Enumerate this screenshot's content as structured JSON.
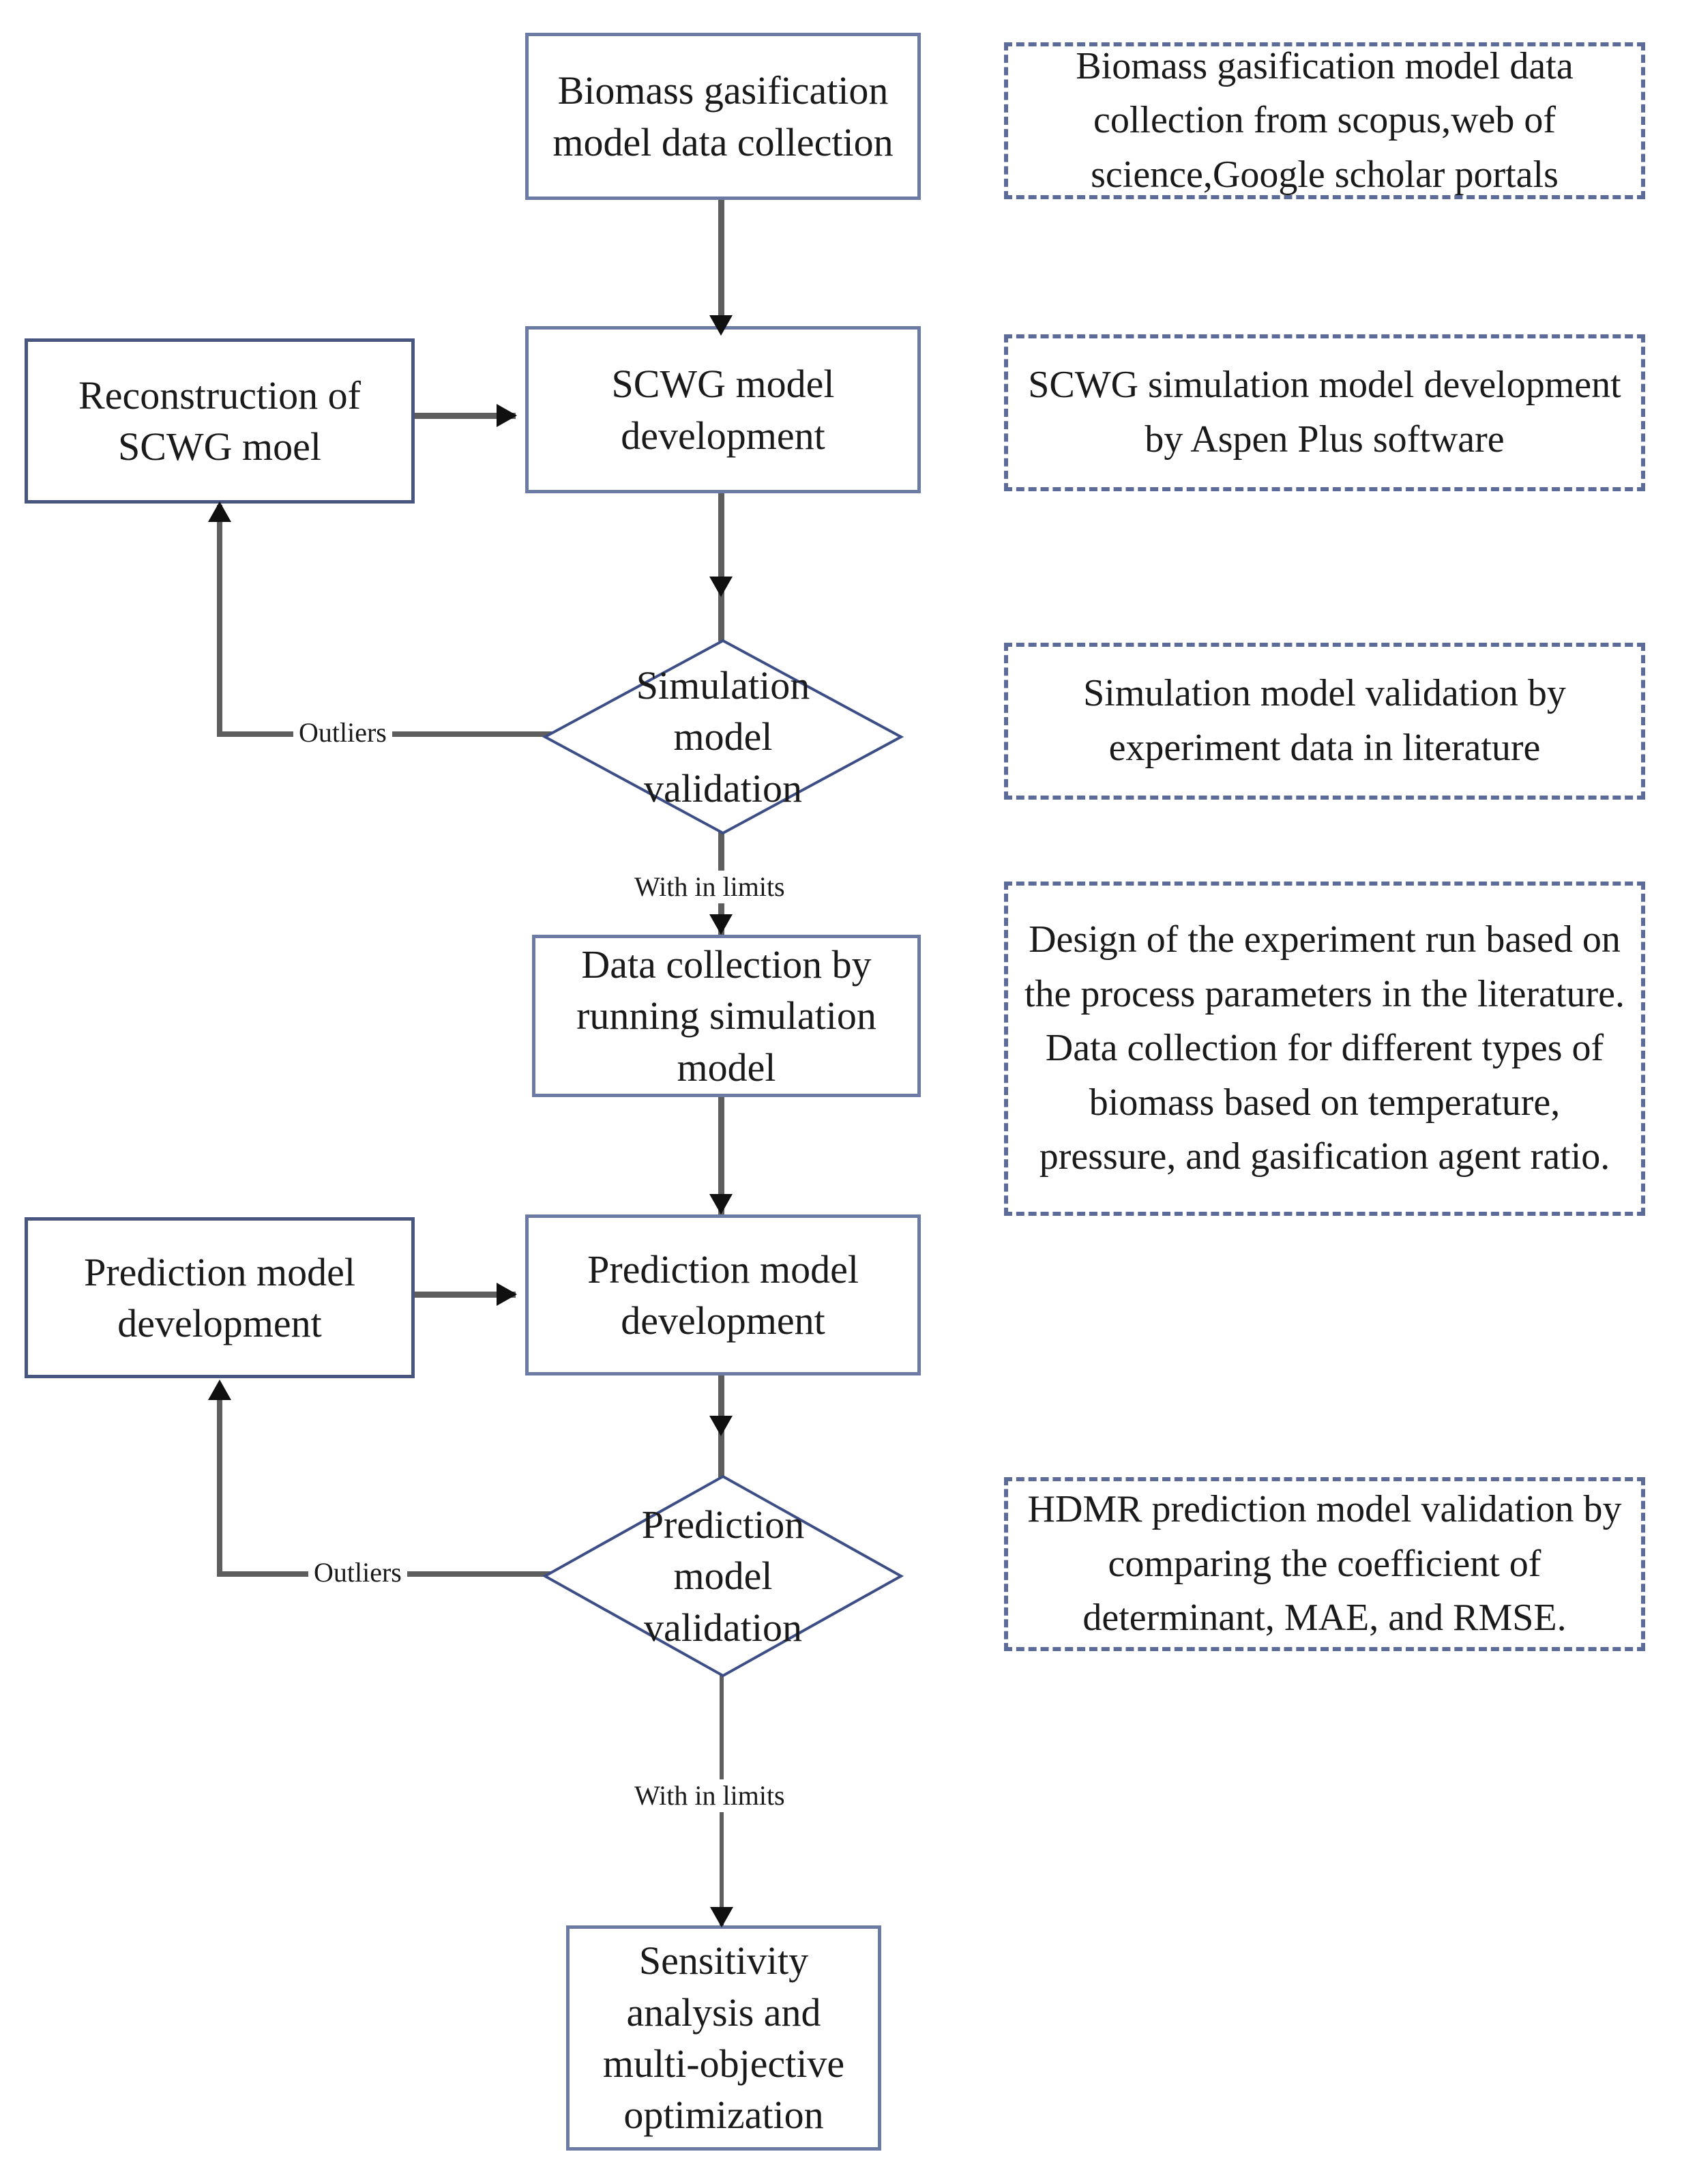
{
  "diagram": {
    "title": "Biomass gasification SCWG modelling and optimization workflow",
    "colors": {
      "box_border": "#6b7ba4",
      "box_border_dark": "#47557f",
      "note_border": "#5c6b97",
      "connector": "#5e5e5e",
      "arrowhead": "#101010",
      "background": "#ffffff",
      "text": "#1a1a1a"
    },
    "nodes": {
      "biomass_data_collection": "Biomass gasification model data collection",
      "reconstruction_scwg": "Reconstruction of SCWG moel",
      "scwg_model_development": "SCWG model development",
      "simulation_model_validation": "Simulation model validation",
      "data_collection_simulation": "Data collection by running simulation model",
      "prediction_model_development_left": "Prediction model development",
      "prediction_model_development_main": "Prediction model development",
      "prediction_model_validation": "Prediction model validation",
      "sensitivity_optimization": "Sensitivity analysis and multi-objective optimization"
    },
    "notes": {
      "note_data_collection": "Biomass gasification model data collection from scopus,web of science,Google scholar portals",
      "note_scwg_development": "SCWG simulation model development by Aspen Plus software",
      "note_simulation_validation": "Simulation model validation by experiment data in literature",
      "note_doe_data": "Design of the experiment run based on the process parameters in the literature. Data collection for different types of biomass based on temperature, pressure, and gasification agent ratio.",
      "note_hdmr_validation": "HDMR prediction model validation by comparing the coefficient of determinant, MAE, and RMSE."
    },
    "edge_labels": {
      "outliers_simulation": "Outliers",
      "within_limits_simulation": "With in limits",
      "outliers_prediction": "Outliers",
      "within_limits_prediction": "With in limits"
    }
  }
}
